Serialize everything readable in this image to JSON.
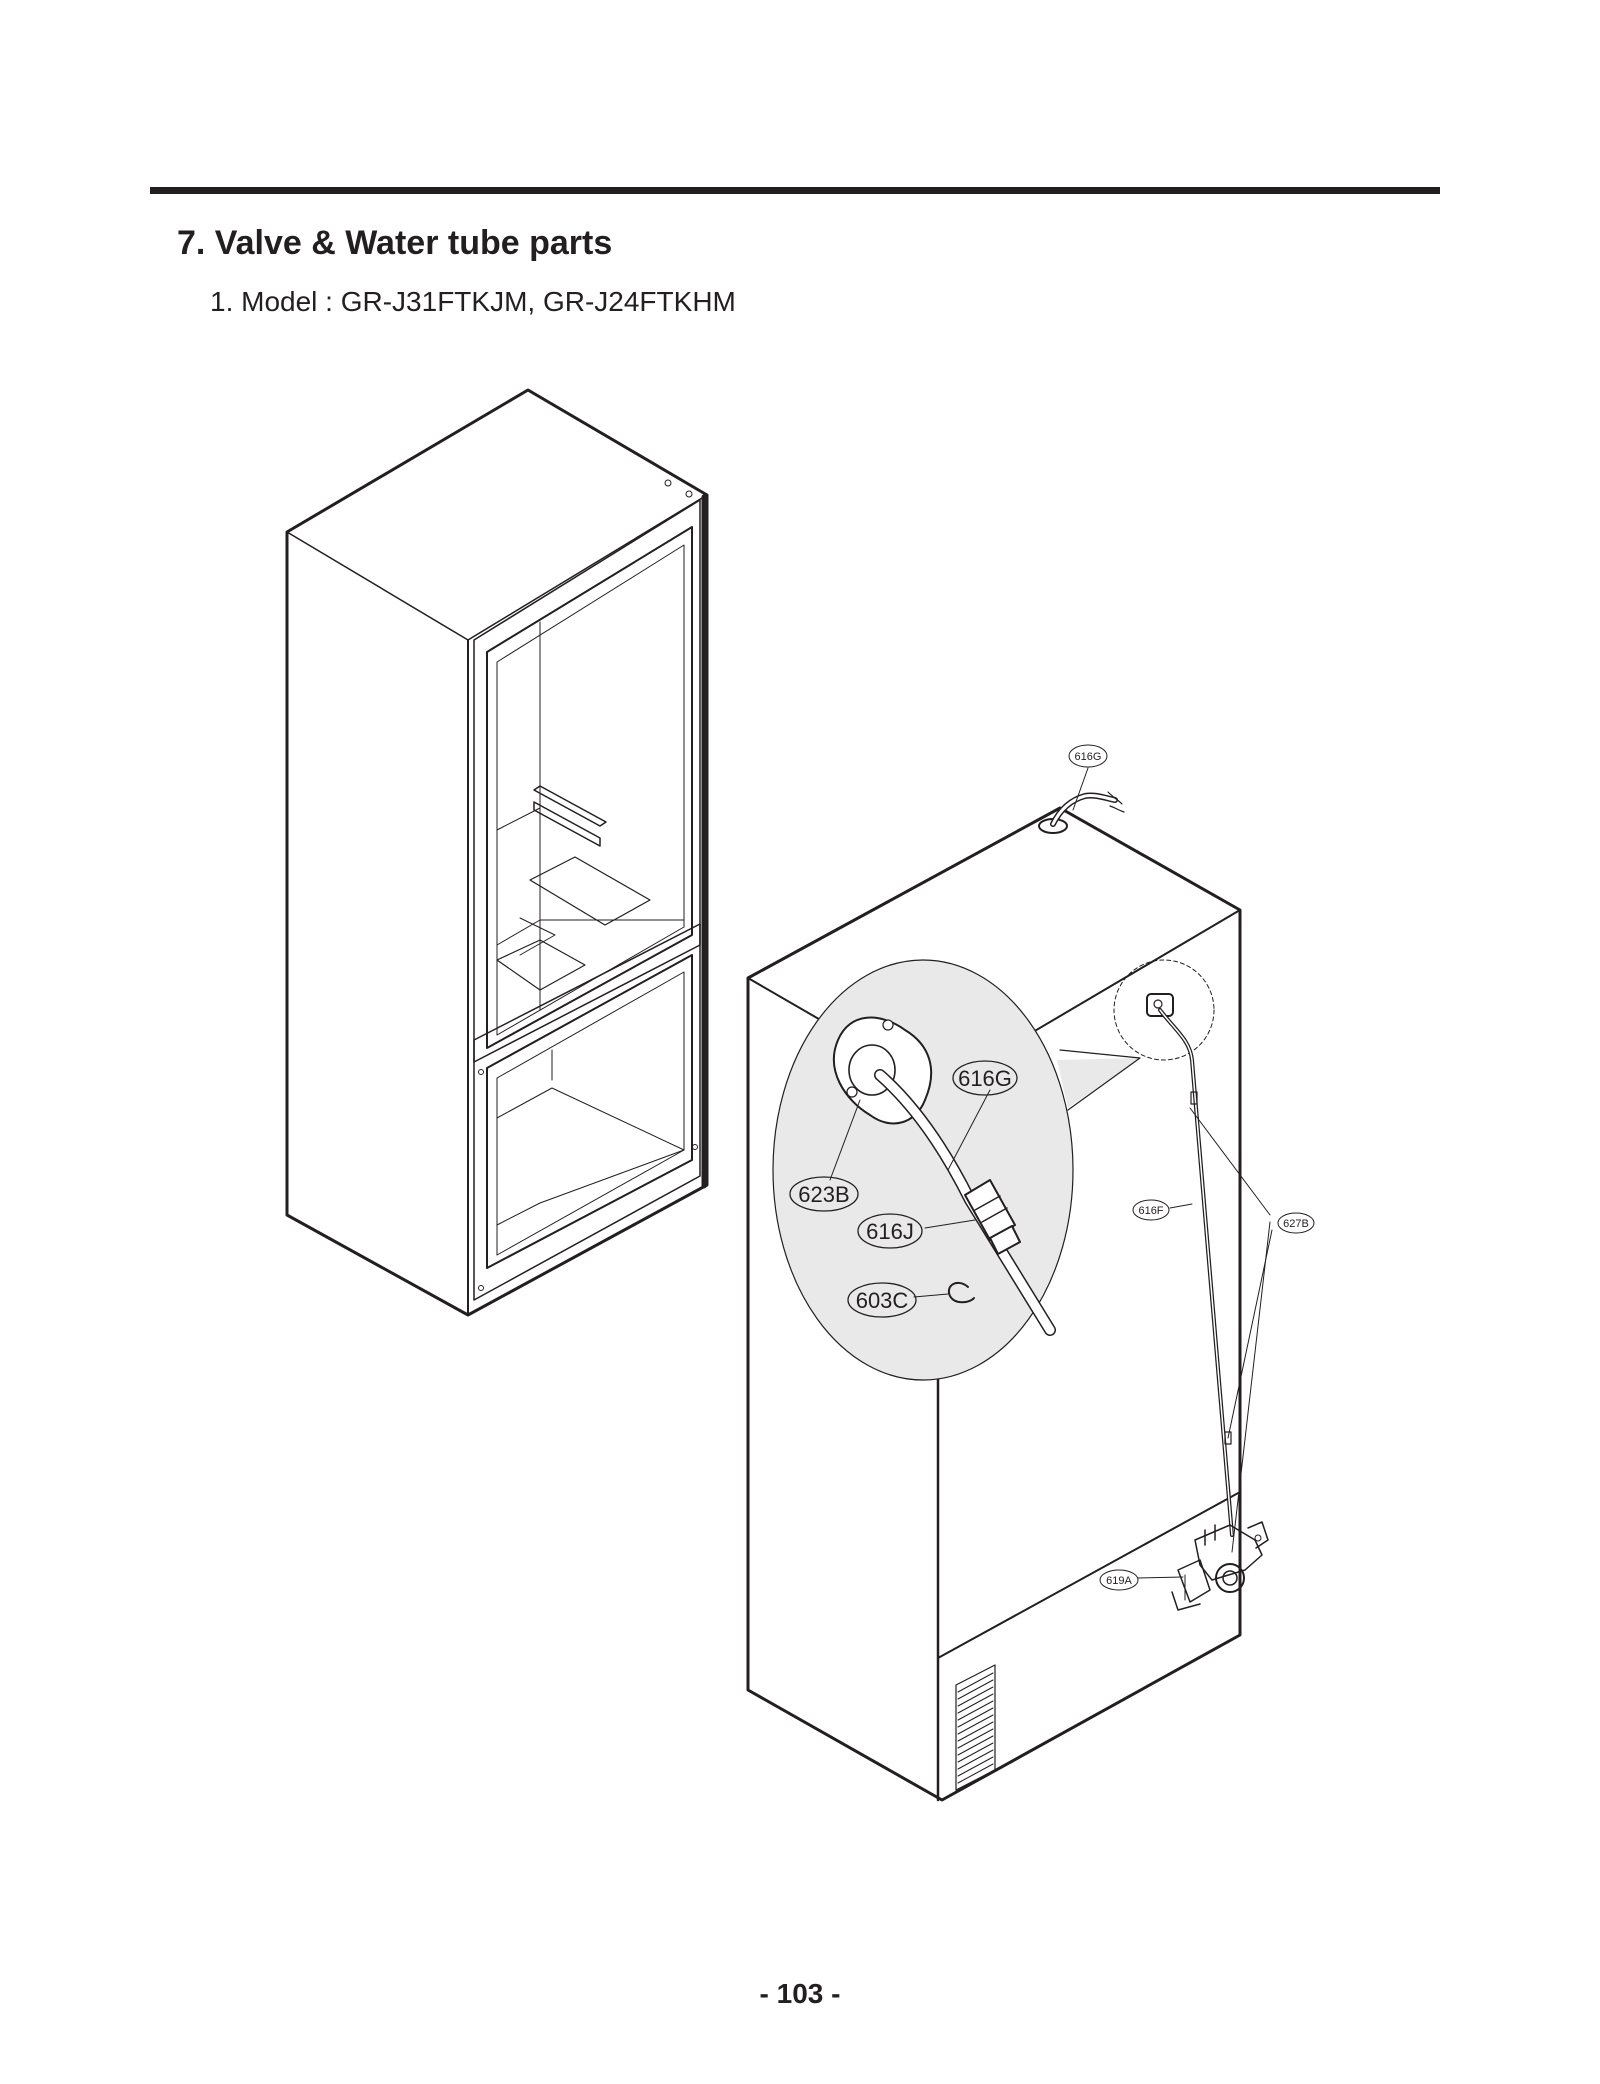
{
  "header": {
    "section_title": "7. Valve & Water tube parts",
    "model_line": "1. Model : GR-J31FTKJM, GR-J24FTKHM"
  },
  "callouts": {
    "c616G_top": "616G",
    "c616G_detail": "616G",
    "c623B": "623B",
    "c616J": "616J",
    "c603C": "603C",
    "c616F": "616F",
    "c627B": "627B",
    "c619A": "619A"
  },
  "footer": {
    "page_number": "- 103 -"
  }
}
